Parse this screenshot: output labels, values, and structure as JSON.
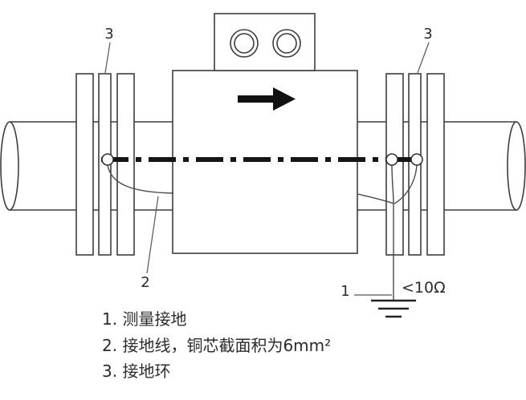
{
  "colors": {
    "background": "#ffffff",
    "line": "#3d3d3d",
    "arrow": "#111111",
    "centerline": "#151515"
  },
  "callouts": {
    "left_ring": "3",
    "right_ring": "3",
    "ground_wire": "2",
    "measure_ground": "1",
    "resistance": "<10Ω"
  },
  "legend": {
    "items": [
      "1. 测量接地",
      "2. 接地线，铜芯截面积为6mm²",
      "3. 接地环"
    ]
  }
}
